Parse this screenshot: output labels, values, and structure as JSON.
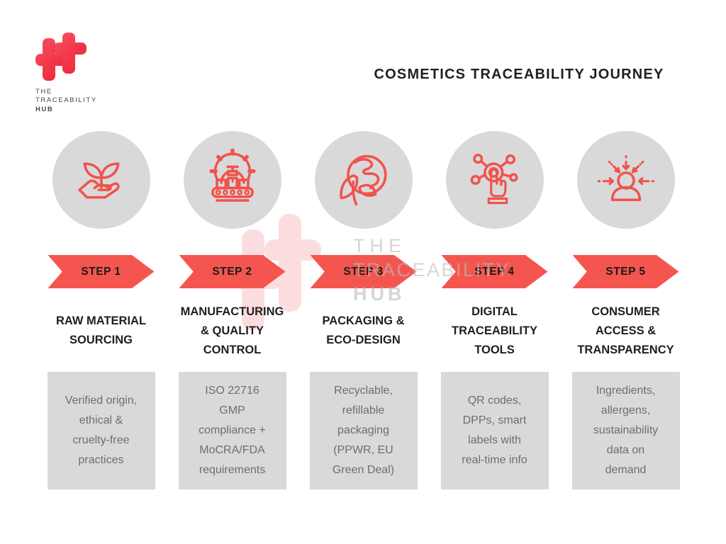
{
  "logo": {
    "mark": "traceability-hub-logo",
    "lines": [
      "THE",
      "TRACEABILITY",
      "HUB"
    ]
  },
  "title": "COSMETICS TRACEABILITY JOURNEY",
  "watermark": {
    "lines": [
      "THE",
      "TRACEABILITY",
      "HUB"
    ]
  },
  "colors": {
    "accent_red": "#F4564F",
    "icon_stroke_red": "#F0524D",
    "logo_red": "#EE2B3D",
    "circle_gray": "#D9D9D9",
    "box_gray": "#D9D9D9",
    "heading_text": "#1F1F1F",
    "body_text": "#6E6E6E"
  },
  "steps": [
    {
      "label": "STEP 1",
      "icon": "hand-holding-sprout-icon",
      "heading": "RAW MATERIAL\nSOURCING",
      "description": "Verified origin,\nethical &\ncruelty-free\npractices"
    },
    {
      "label": "STEP 2",
      "icon": "factory-conveyor-gear-icon",
      "heading": "MANUFACTURING\n& QUALITY\nCONTROL",
      "description": "ISO 22716\nGMP\ncompliance +\nMoCRA/FDA\nrequirements"
    },
    {
      "label": "STEP 3",
      "icon": "globe-leaf-icon",
      "heading": "PACKAGING &\nECO-DESIGN",
      "description": "Recyclable,\nrefillable\npackaging\n(PPWR, EU\nGreen Deal)"
    },
    {
      "label": "STEP 4",
      "icon": "network-touch-icon",
      "heading": "DIGITAL\nTRACEABILITY\nTOOLS",
      "description": "QR codes,\nDPPs, smart\nlabels with\nreal-time info"
    },
    {
      "label": "STEP 5",
      "icon": "person-attention-arrows-icon",
      "heading": "CONSUMER\nACCESS &\nTRANSPARENCY",
      "description": "Ingredients,\nallergens,\nsustainability\ndata on\ndemand"
    }
  ]
}
